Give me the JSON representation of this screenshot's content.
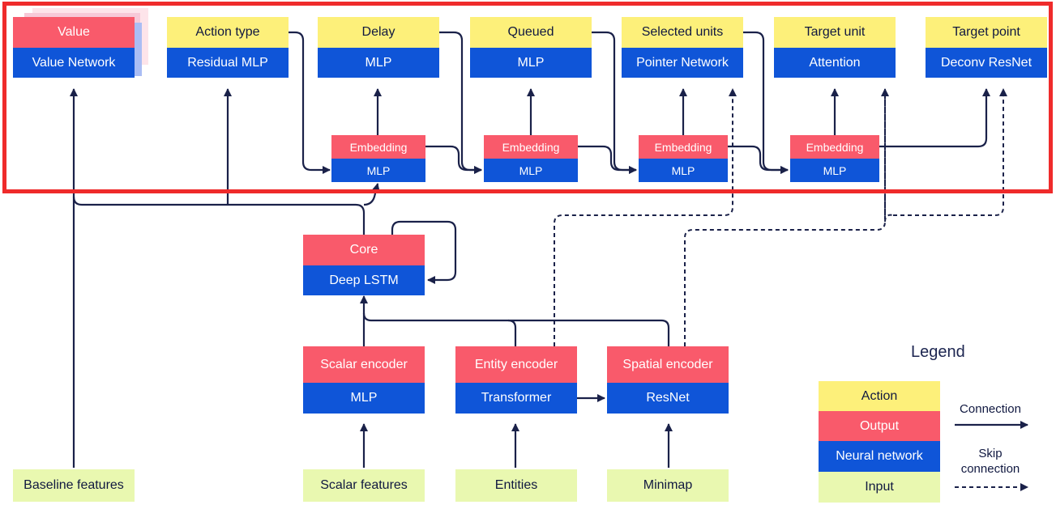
{
  "heads": {
    "value": {
      "output": "Value",
      "network": "Value Network"
    },
    "action_type": {
      "action": "Action type",
      "network": "Residual MLP"
    },
    "delay": {
      "action": "Delay",
      "network": "MLP"
    },
    "queued": {
      "action": "Queued",
      "network": "MLP"
    },
    "selected_units": {
      "action": "Selected units",
      "network": "Pointer Network"
    },
    "target_unit": {
      "action": "Target unit",
      "network": "Attention"
    },
    "target_point": {
      "action": "Target point",
      "network": "Deconv ResNet"
    }
  },
  "embeddings": [
    {
      "output": "Embedding",
      "network": "MLP"
    },
    {
      "output": "Embedding",
      "network": "MLP"
    },
    {
      "output": "Embedding",
      "network": "MLP"
    },
    {
      "output": "Embedding",
      "network": "MLP"
    }
  ],
  "core": {
    "output": "Core",
    "network": "Deep LSTM"
  },
  "encoders": {
    "scalar": {
      "output": "Scalar encoder",
      "network": "MLP"
    },
    "entity": {
      "output": "Entity encoder",
      "network": "Transformer"
    },
    "spatial": {
      "output": "Spatial encoder",
      "network": "ResNet"
    }
  },
  "inputs": {
    "baseline": "Baseline features",
    "scalar": "Scalar features",
    "entities": "Entities",
    "minimap": "Minimap"
  },
  "legend": {
    "title": "Legend",
    "action": "Action",
    "output": "Output",
    "neural_network": "Neural network",
    "input": "Input",
    "connection": "Connection",
    "skip_connection_1": "Skip",
    "skip_connection_2": "connection"
  },
  "colors": {
    "action": "#fdf07a",
    "output": "#f95a6b",
    "neural_network": "#0f55d8",
    "input": "#e9f8b0",
    "wire": "#1a2149",
    "highlight": "#ef2b2b"
  }
}
